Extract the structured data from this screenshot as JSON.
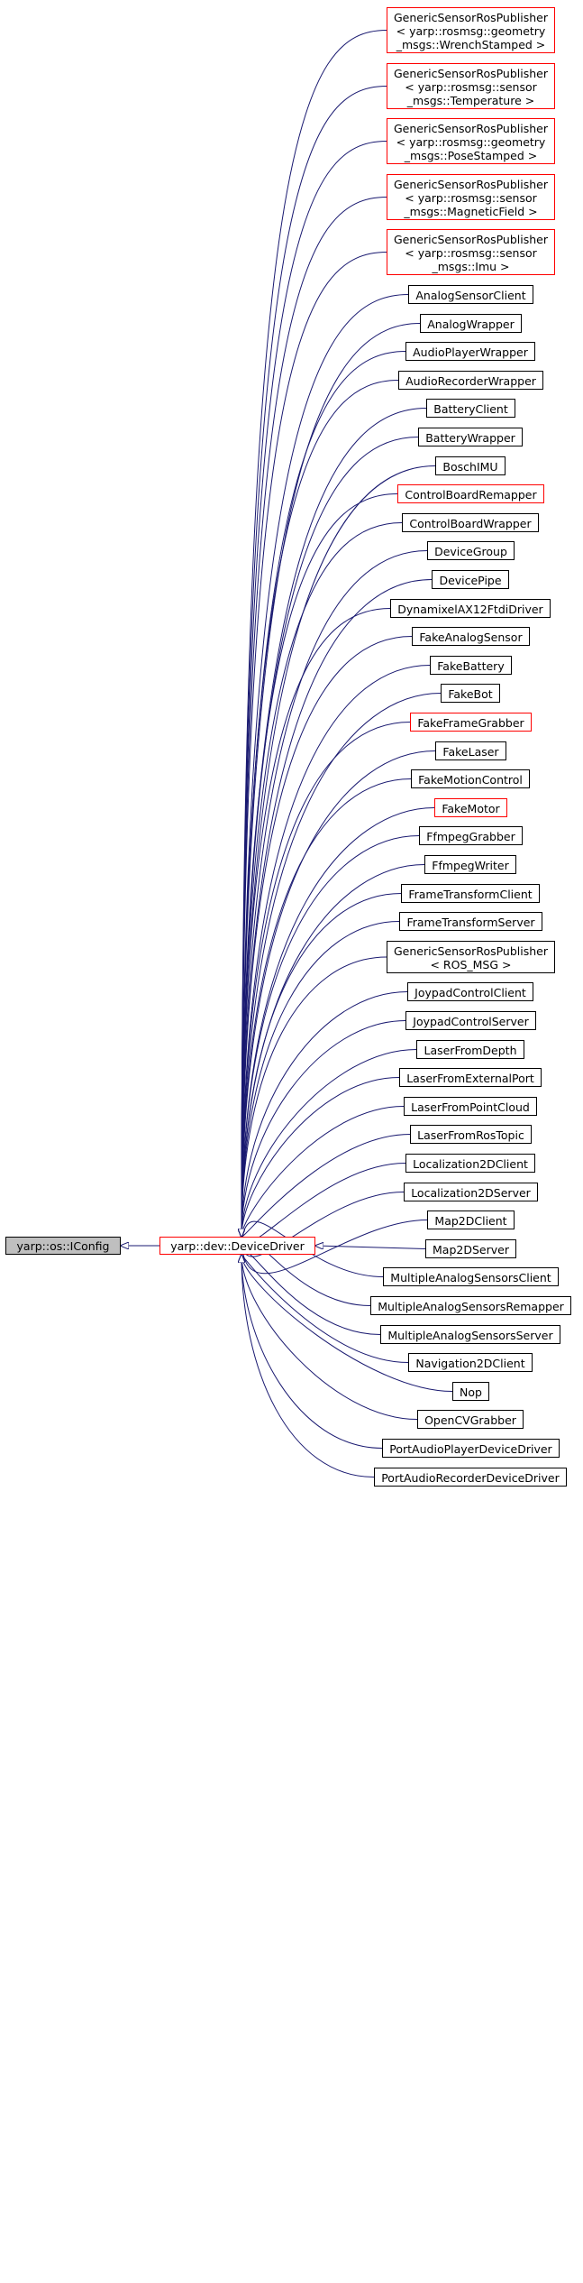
{
  "diagram": {
    "colors": {
      "edge": "#191970",
      "node_border": "#000000",
      "incomplete_border": "#ff0000",
      "root_fill": "#bfbfbf",
      "node_fill": "#ffffff"
    },
    "root": {
      "label": "yarp::os::IConfig"
    },
    "hub": {
      "label": "yarp::dev::DeviceDriver",
      "incomplete": true
    },
    "children": [
      {
        "lines": [
          "GenericSensorRosPublisher",
          "< yarp::rosmsg::geometry",
          "_msgs::WrenchStamped >"
        ],
        "incomplete": true
      },
      {
        "lines": [
          "GenericSensorRosPublisher",
          "< yarp::rosmsg::sensor",
          "_msgs::Temperature >"
        ],
        "incomplete": true
      },
      {
        "lines": [
          "GenericSensorRosPublisher",
          "< yarp::rosmsg::geometry",
          "_msgs::PoseStamped >"
        ],
        "incomplete": true
      },
      {
        "lines": [
          "GenericSensorRosPublisher",
          "< yarp::rosmsg::sensor",
          "_msgs::MagneticField >"
        ],
        "incomplete": true
      },
      {
        "lines": [
          "GenericSensorRosPublisher",
          "< yarp::rosmsg::sensor",
          "_msgs::Imu >"
        ],
        "incomplete": true
      },
      {
        "lines": [
          "AnalogSensorClient"
        ],
        "incomplete": false
      },
      {
        "lines": [
          "AnalogWrapper"
        ],
        "incomplete": false
      },
      {
        "lines": [
          "AudioPlayerWrapper"
        ],
        "incomplete": false
      },
      {
        "lines": [
          "AudioRecorderWrapper"
        ],
        "incomplete": false
      },
      {
        "lines": [
          "BatteryClient"
        ],
        "incomplete": false
      },
      {
        "lines": [
          "BatteryWrapper"
        ],
        "incomplete": false
      },
      {
        "lines": [
          "BoschIMU"
        ],
        "incomplete": false
      },
      {
        "lines": [
          "ControlBoardRemapper"
        ],
        "incomplete": true
      },
      {
        "lines": [
          "ControlBoardWrapper"
        ],
        "incomplete": false
      },
      {
        "lines": [
          "DeviceGroup"
        ],
        "incomplete": false
      },
      {
        "lines": [
          "DevicePipe"
        ],
        "incomplete": false
      },
      {
        "lines": [
          "DynamixelAX12FtdiDriver"
        ],
        "incomplete": false
      },
      {
        "lines": [
          "FakeAnalogSensor"
        ],
        "incomplete": false
      },
      {
        "lines": [
          "FakeBattery"
        ],
        "incomplete": false
      },
      {
        "lines": [
          "FakeBot"
        ],
        "incomplete": false
      },
      {
        "lines": [
          "FakeFrameGrabber"
        ],
        "incomplete": true
      },
      {
        "lines": [
          "FakeLaser"
        ],
        "incomplete": false
      },
      {
        "lines": [
          "FakeMotionControl"
        ],
        "incomplete": false
      },
      {
        "lines": [
          "FakeMotor"
        ],
        "incomplete": true
      },
      {
        "lines": [
          "FfmpegGrabber"
        ],
        "incomplete": false
      },
      {
        "lines": [
          "FfmpegWriter"
        ],
        "incomplete": false
      },
      {
        "lines": [
          "FrameTransformClient"
        ],
        "incomplete": false
      },
      {
        "lines": [
          "FrameTransformServer"
        ],
        "incomplete": false
      },
      {
        "lines": [
          "GenericSensorRosPublisher",
          "< ROS_MSG >"
        ],
        "incomplete": false
      },
      {
        "lines": [
          "JoypadControlClient"
        ],
        "incomplete": false
      },
      {
        "lines": [
          "JoypadControlServer"
        ],
        "incomplete": false
      },
      {
        "lines": [
          "LaserFromDepth"
        ],
        "incomplete": false
      },
      {
        "lines": [
          "LaserFromExternalPort"
        ],
        "incomplete": false
      },
      {
        "lines": [
          "LaserFromPointCloud"
        ],
        "incomplete": false
      },
      {
        "lines": [
          "LaserFromRosTopic"
        ],
        "incomplete": false
      },
      {
        "lines": [
          "Localization2DClient"
        ],
        "incomplete": false
      },
      {
        "lines": [
          "Localization2DServer"
        ],
        "incomplete": false
      },
      {
        "lines": [
          "Map2DClient"
        ],
        "incomplete": false
      },
      {
        "lines": [
          "Map2DServer"
        ],
        "incomplete": false
      },
      {
        "lines": [
          "MultipleAnalogSensorsClient"
        ],
        "incomplete": false
      },
      {
        "lines": [
          "MultipleAnalogSensorsRemapper"
        ],
        "incomplete": false
      },
      {
        "lines": [
          "MultipleAnalogSensorsServer"
        ],
        "incomplete": false
      },
      {
        "lines": [
          "Navigation2DClient"
        ],
        "incomplete": false
      },
      {
        "lines": [
          "Nop"
        ],
        "incomplete": false
      },
      {
        "lines": [
          "OpenCVGrabber"
        ],
        "incomplete": false
      },
      {
        "lines": [
          "PortAudioPlayerDeviceDriver"
        ],
        "incomplete": false
      },
      {
        "lines": [
          "PortAudioRecorderDeviceDriver"
        ],
        "incomplete": false
      }
    ]
  }
}
